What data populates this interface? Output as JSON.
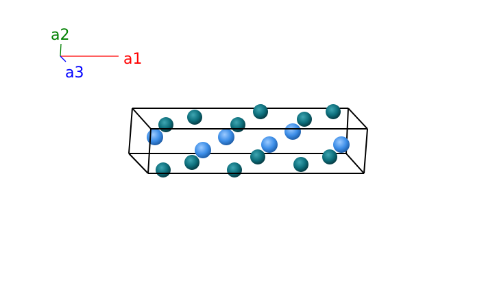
{
  "axes": {
    "a1": {
      "label": "a1",
      "color": "#ff0000"
    },
    "a2": {
      "label": "a2",
      "color": "#008000"
    },
    "a3": {
      "label": "a3",
      "color": "#0000ff"
    }
  },
  "structure": {
    "cell_color": "#000000",
    "species": [
      {
        "name": "teal-atom",
        "color": "#0d6f7c",
        "highlight": "#3fa6b2"
      },
      {
        "name": "blue-atom",
        "color": "#3d8ee8",
        "highlight": "#9ccaff"
      }
    ]
  }
}
